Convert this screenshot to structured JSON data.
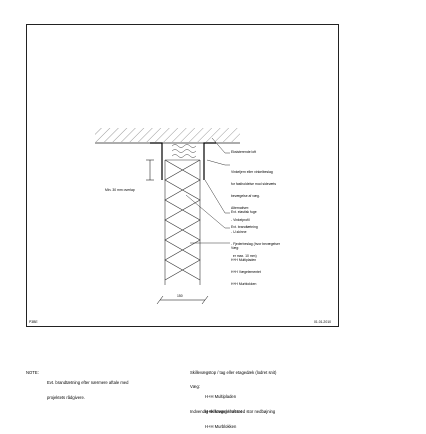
{
  "drawing": {
    "code": "P3BE",
    "date": "01.01.2010",
    "dimension": "150",
    "overlap_label": "Min. 30 mm overlap",
    "callouts": [
      [
        "Eksisterende loft"
      ],
      [
        "Vinkeljern eller vinkelbeslag",
        "for fastholdelse mod sidevæts",
        "bevægelse af væg.",
        "Alternativer:",
        "- Vinkelprofil",
        "- U-skinne",
        "- Fjederbeslag (hvor bevægelser",
        "  er max. 10 mm)"
      ],
      [
        "Evt. elastisk fuge"
      ],
      [
        "Evt. brandtætning"
      ],
      [
        "Væg:",
        "H+H Multipladen",
        "H+H Vægelementet",
        "H+H Murblokken"
      ]
    ]
  },
  "notes": {
    "note_label": "NOTE:",
    "note_text": [
      "Evt. brandtætning efter nærmere aftale med",
      "projektets rådgivere."
    ],
    "title_lines": [
      "Skillevægstop / tag eller etagedæk (lodret snit)"
    ],
    "wall_label": "Væg:",
    "wall_items": [
      "H+H Multipladen",
      "H+H Vægelementet",
      "H+H Murblokken"
    ],
    "subtitle": "Indvendig skillevæg / loft med stor nedbøjning"
  }
}
